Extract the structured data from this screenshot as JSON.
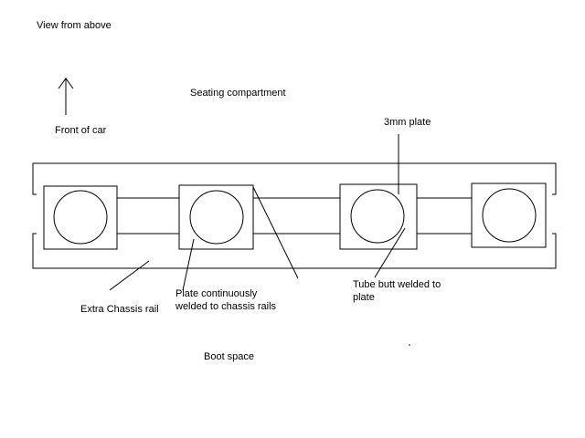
{
  "labels": {
    "view": "View from above",
    "seating": "Seating compartment",
    "front": "Front of car",
    "plate_3mm": "3mm plate",
    "extra_rail": "Extra Chassis rail",
    "plate_welded_1": "Plate continuously",
    "plate_welded_2": "welded to chassis rails",
    "tube_weld_1": "Tube butt welded to",
    "tube_weld_2": "plate",
    "boot": "Boot space"
  },
  "colors": {
    "ink": "#000000",
    "background": "#ffffff"
  },
  "icons": {
    "front_direction": "arrow-up-icon"
  },
  "mount_count": 4
}
